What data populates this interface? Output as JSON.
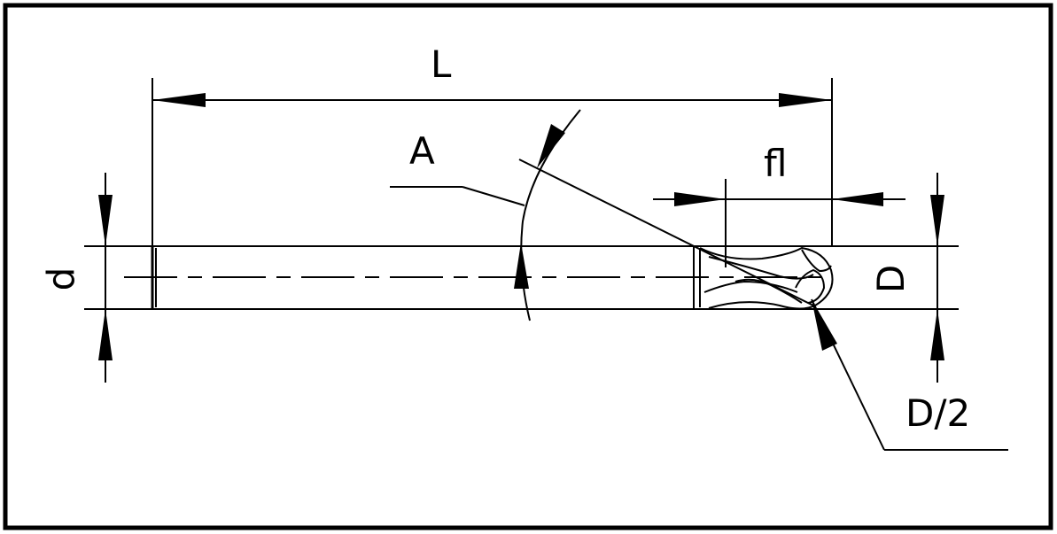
{
  "drawing": {
    "labels": {
      "overall_length": "L",
      "point_angle": "A",
      "flute_length": "fl",
      "shank_diameter": "d",
      "cutting_diameter": "D",
      "ball_radius": "D/2"
    },
    "line_color": "#000000",
    "background": "#ffffff"
  }
}
